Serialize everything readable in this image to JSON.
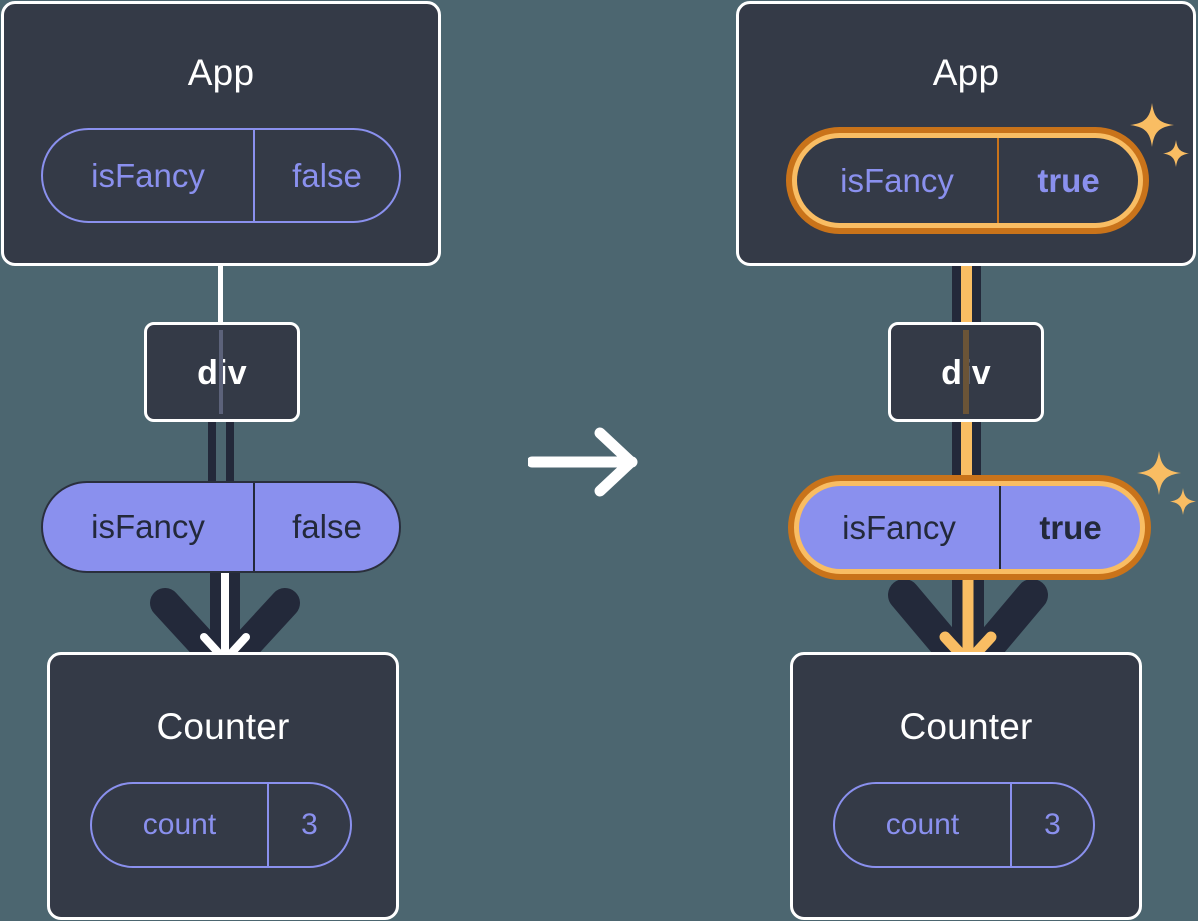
{
  "diagram": {
    "type": "react-state-propagation",
    "background_color": "#4c6670",
    "accent_highlight_color": "#e08a1e",
    "accent_highlight_inner_color": "#f9bd63",
    "purple_color": "#8a90ee",
    "panel_color": "#343a47",
    "transition_arrow": "→"
  },
  "left": {
    "app": {
      "title": "App",
      "state": {
        "key": "isFancy",
        "value": "false"
      }
    },
    "div": {
      "label": "div"
    },
    "prop": {
      "key": "isFancy",
      "value": "false"
    },
    "counter": {
      "title": "Counter",
      "state": {
        "key": "count",
        "value": "3"
      }
    }
  },
  "right": {
    "app": {
      "title": "App",
      "state": {
        "key": "isFancy",
        "value": "true"
      }
    },
    "div": {
      "label": "div"
    },
    "prop": {
      "key": "isFancy",
      "value": "true"
    },
    "counter": {
      "title": "Counter",
      "state": {
        "key": "count",
        "value": "3"
      }
    }
  }
}
